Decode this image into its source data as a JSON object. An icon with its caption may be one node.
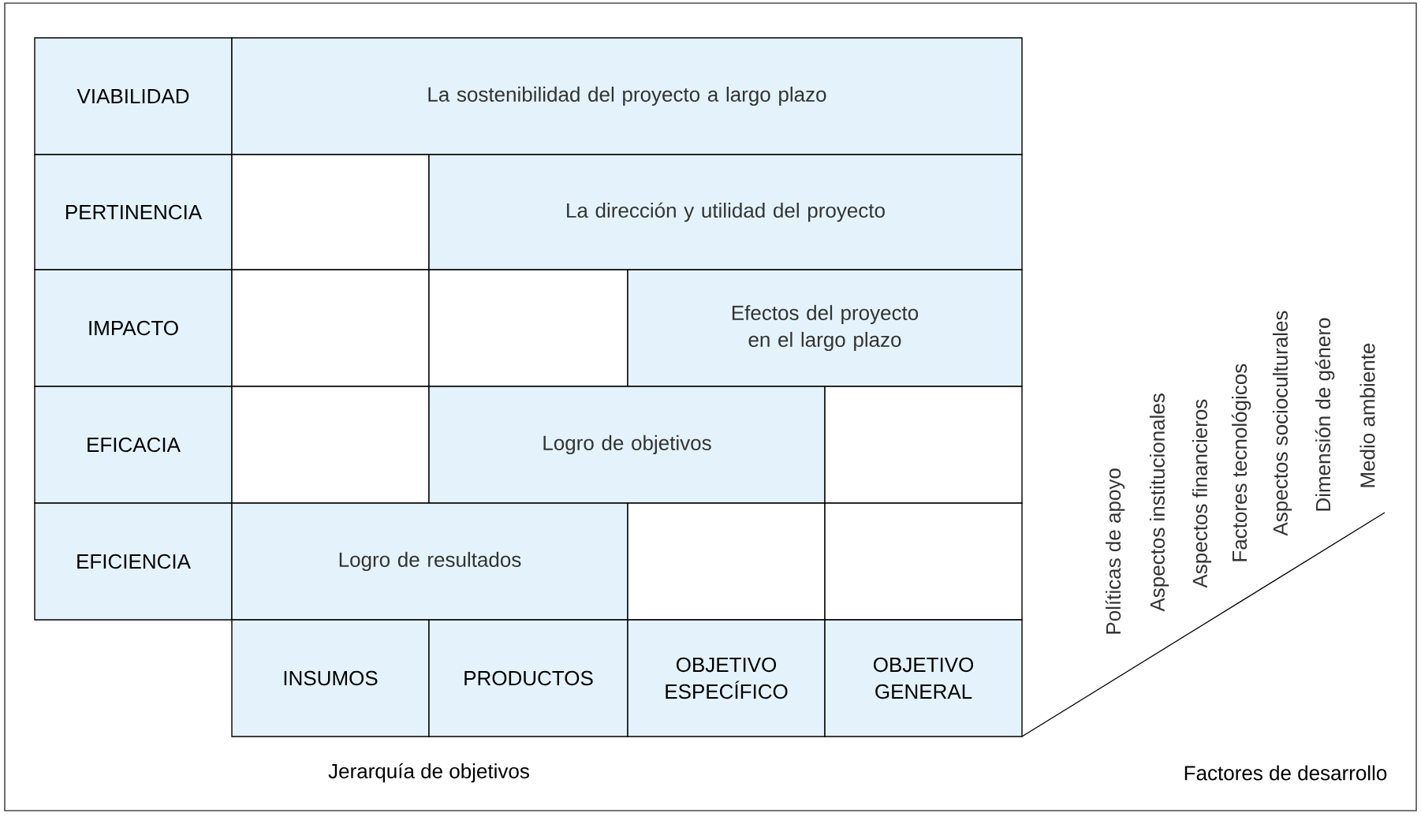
{
  "diagram": {
    "nodes": [
      {
        "text": [
          "VIABILIDAD"
        ]
      },
      {
        "text": [
          "La sostenibilidad del proyecto a largo plazo"
        ]
      },
      {
        "text": [
          "PERTINENCIA"
        ]
      },
      {
        "text": [],
        "shape": "box"
      },
      {
        "text": [
          "La dirección y utilidad del proyecto"
        ]
      },
      {
        "text": [
          "IMPACTO"
        ]
      },
      {
        "text": [],
        "shape": "box"
      },
      {
        "text": [],
        "shape": "box"
      },
      {
        "text": [
          "Efectos del proyecto en el largo plazo"
        ]
      },
      {
        "text": [
          "EFICACIA"
        ]
      },
      {
        "text": [],
        "shape": "box"
      },
      {
        "text": [
          "Logro de objetivos"
        ]
      },
      {
        "text": [],
        "shape": "box"
      },
      {
        "text": [
          "EFICIENCIA"
        ]
      },
      {
        "text": [
          "Logro de resultados"
        ]
      },
      {
        "text": [],
        "shape": "box"
      },
      {
        "text": [],
        "shape": "box"
      },
      {
        "text": [
          "INSUMOS"
        ]
      },
      {
        "text": [
          "PRODUCTOS"
        ]
      },
      {
        "text": [
          "OBJETIVO ESPECÍFICO"
        ]
      },
      {
        "text": [
          "OBJETIVO GENERAL"
        ]
      }
    ],
    "labels": [
      "Políticas de apoyo",
      "Aspectos institucionales",
      "Aspectos financieros",
      "Factores tecnológicos",
      "Aspectos socioculturales",
      "Dimensión de género",
      "Medio ambiente",
      "Jerarquía de objetivos",
      "Factores de desarrollo"
    ]
  }
}
